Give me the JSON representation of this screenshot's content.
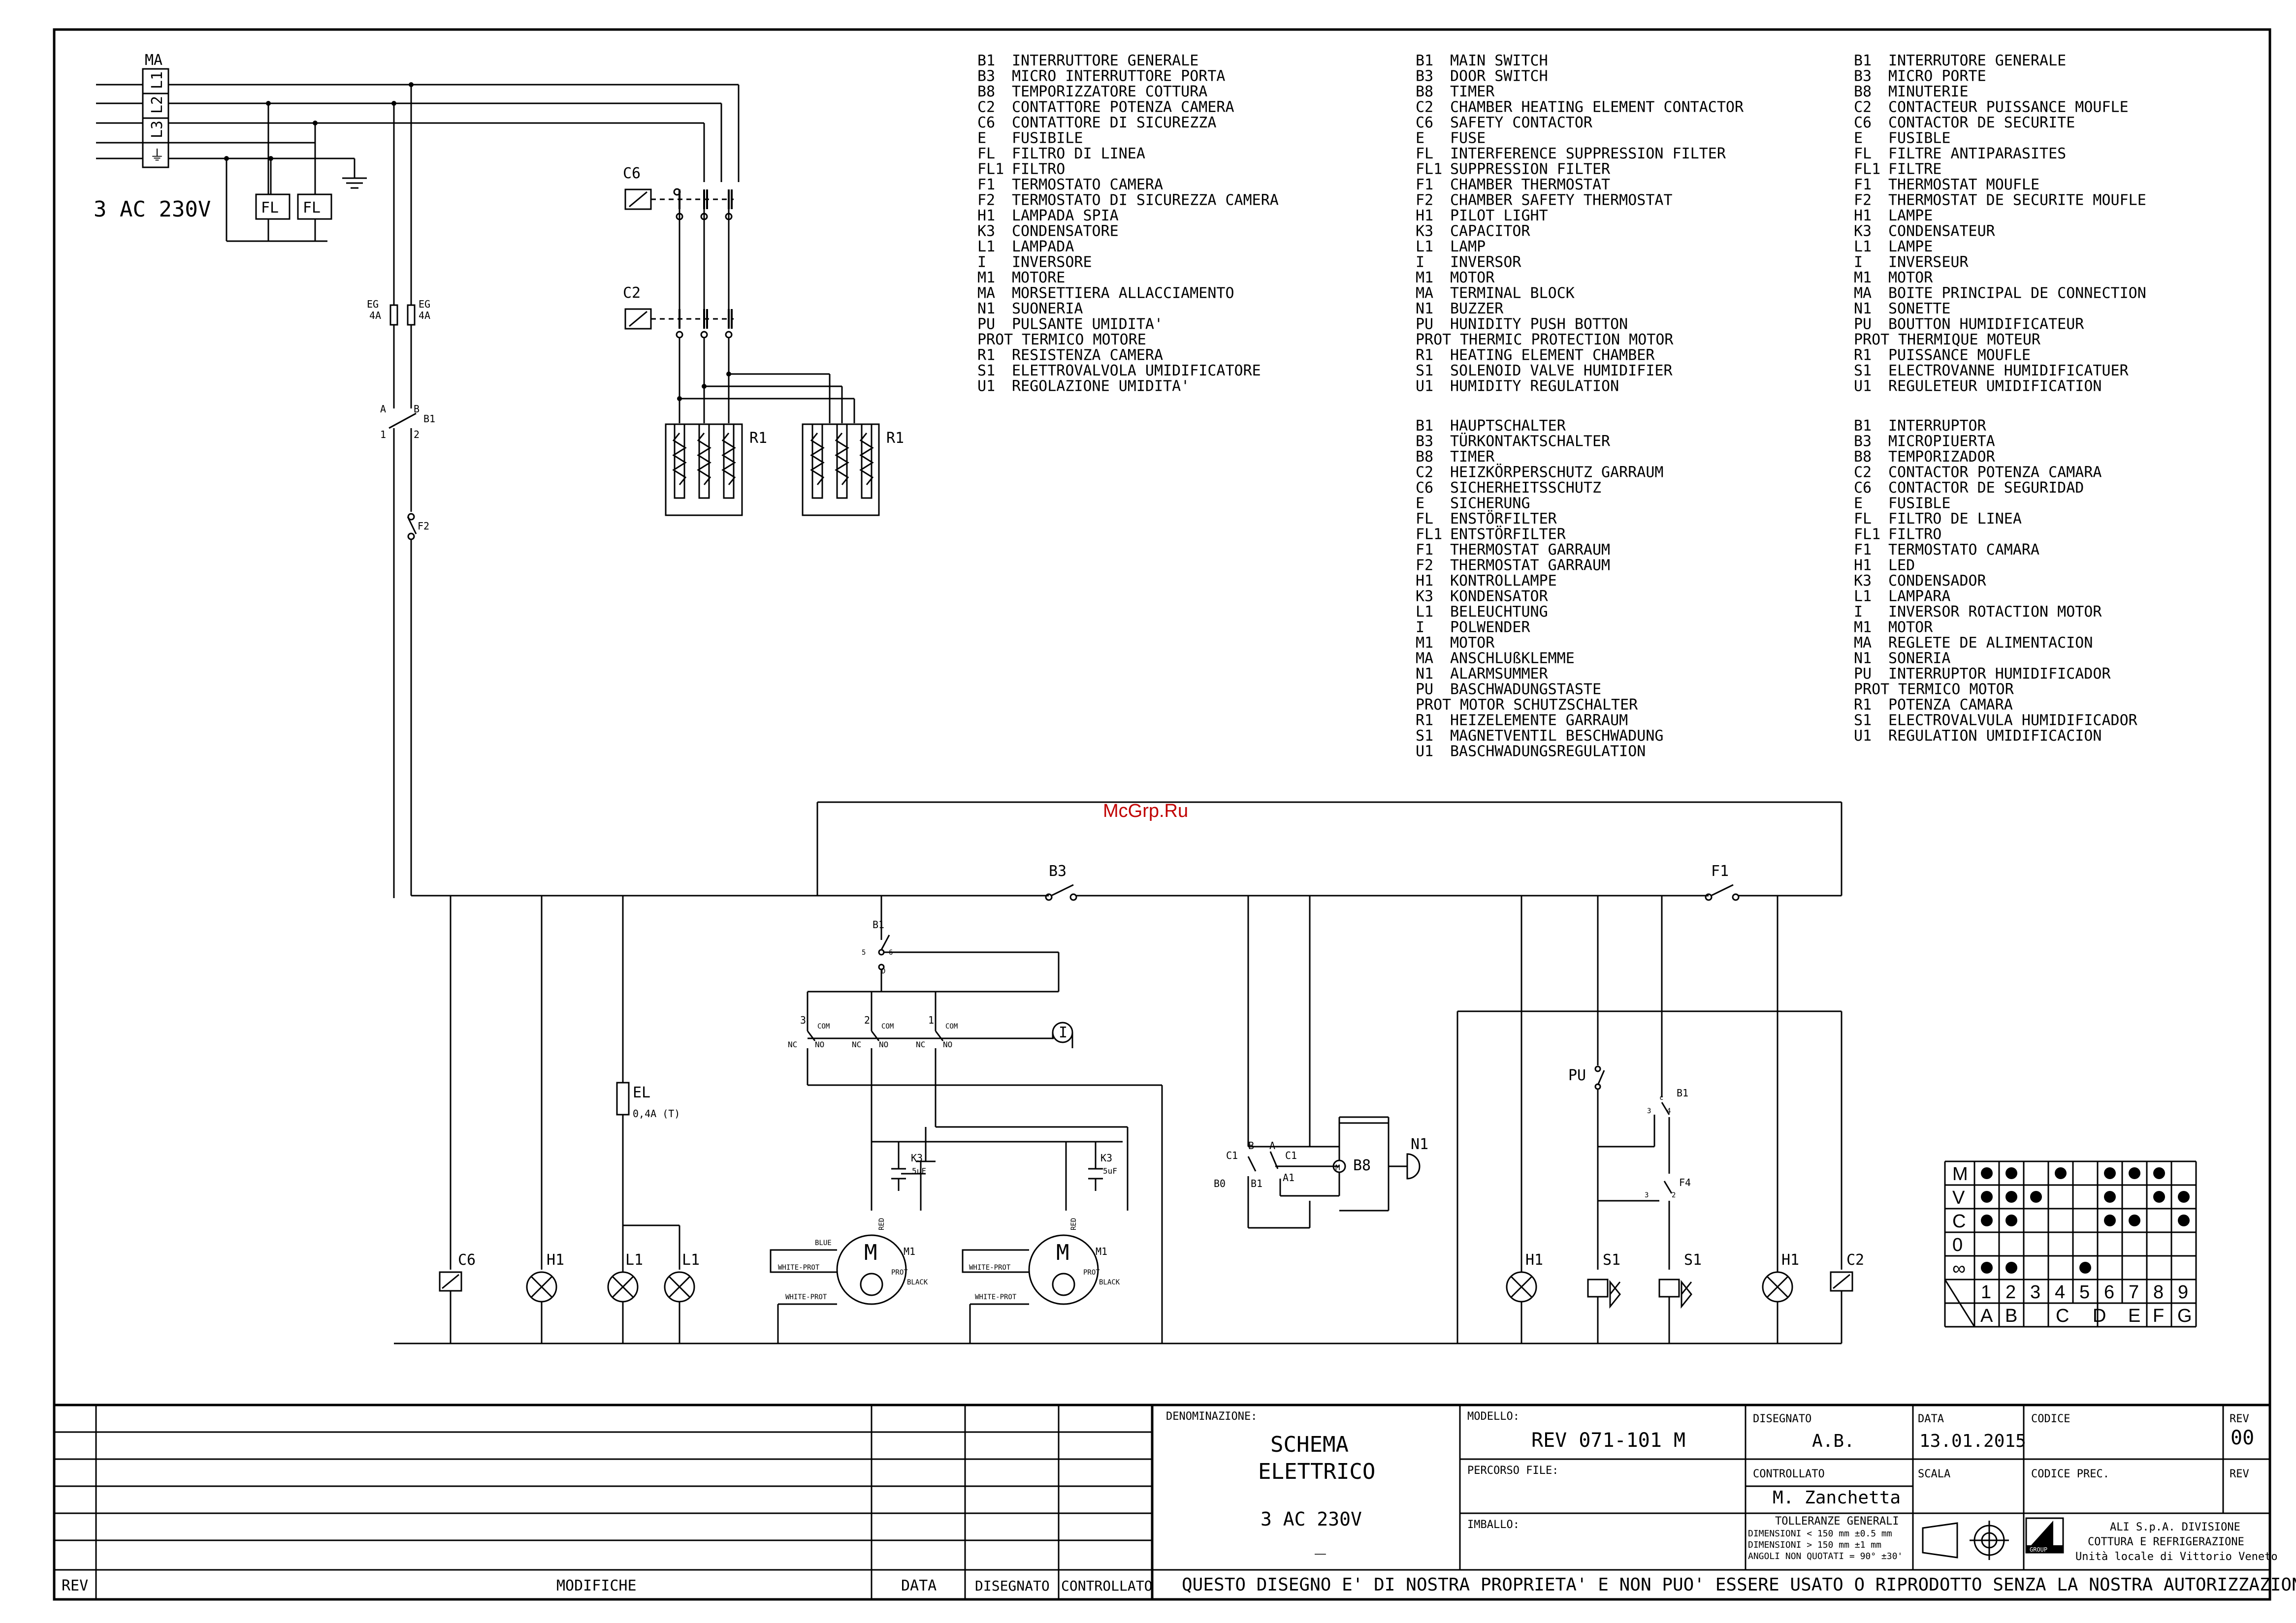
{
  "watermark": "McGrp.Ru",
  "supply": {
    "ma_label": "MA",
    "terminals": [
      "L1",
      "L2",
      "L3",
      "⏚"
    ],
    "voltage": "3 AC 230V",
    "fl1": "FL",
    "fl2": "FL",
    "eg1": "EG",
    "eg1_rating": "4A",
    "eg2": "EG",
    "eg2_rating": "4A"
  },
  "power": {
    "c6": "C6",
    "c2": "C2",
    "r1a": "R1",
    "r1b": "R1"
  },
  "control": {
    "b1_top": "B1",
    "b1_a": "A",
    "b1_b": "B",
    "b1_1": "1",
    "b1_2": "2",
    "f2": "F2",
    "b3": "B3",
    "f1": "F1",
    "b1_mid": "B1",
    "b1_mid_5": "5",
    "b1_mid_6": "6",
    "b1_mid_d": "D",
    "relay_nums": [
      "3",
      "2",
      "1"
    ],
    "com": "COM",
    "nc": "NC",
    "no": "NO",
    "inv": "I",
    "el": "EL",
    "el_rating": "0,4A (T)",
    "k3": "K3",
    "k3_value": "5uF",
    "motor": "M",
    "m1": "M1",
    "red": "RED",
    "blue": "BLUE",
    "white_prot": "WHITE-PROT",
    "prot": "PROT",
    "black": "BLACK",
    "b8": "B8",
    "b8_b": "B",
    "b8_a": "A",
    "b8_c1a": "C1",
    "b8_c1b": "C1",
    "b8_b0": "B0",
    "b8_b1": "B1",
    "b8_a1": "A1",
    "n1": "N1",
    "pu": "PU",
    "b1_right": "B1",
    "b1_right_c": "c",
    "b1_right_3": "3",
    "b1_right_4": "4",
    "f4": "F4",
    "f4_3": "3",
    "f4_2": "2",
    "load_labels": [
      "C6",
      "H1",
      "L1",
      "L1",
      "H1",
      "S1",
      "S1",
      "H1",
      "C2"
    ]
  },
  "legend": {
    "italian": [
      [
        "B1",
        "INTERRUTTORE GENERALE"
      ],
      [
        "B3",
        "MICRO INTERRUTTORE PORTA"
      ],
      [
        "B8",
        "TEMPORIZZATORE COTTURA"
      ],
      [
        "C2",
        "CONTATTORE POTENZA CAMERA"
      ],
      [
        "C6",
        "CONTATTORE DI SICUREZZA"
      ],
      [
        "E",
        "FUSIBILE"
      ],
      [
        "FL",
        "FILTRO DI LINEA"
      ],
      [
        "FL1",
        "FILTRO"
      ],
      [
        "F1",
        "TERMOSTATO CAMERA"
      ],
      [
        "F2",
        "TERMOSTATO DI SICUREZZA CAMERA"
      ],
      [
        "H1",
        "LAMPADA SPIA"
      ],
      [
        "K3",
        "CONDENSATORE"
      ],
      [
        "L1",
        "LAMPADA"
      ],
      [
        "I",
        "INVERSORE"
      ],
      [
        "M1",
        "MOTORE"
      ],
      [
        "MA",
        "MORSETTIERA ALLACCIAMENTO"
      ],
      [
        "N1",
        "SUONERIA"
      ],
      [
        "PU",
        "PULSANTE UMIDITA'"
      ],
      [
        "PROT",
        "TERMICO MOTORE"
      ],
      [
        "R1",
        "RESISTENZA CAMERA"
      ],
      [
        "S1",
        "ELETTROVALVOLA UMIDIFICATORE"
      ],
      [
        "U1",
        "REGOLAZIONE UMIDITA'"
      ]
    ],
    "english": [
      [
        "B1",
        "MAIN SWITCH"
      ],
      [
        "B3",
        "DOOR SWITCH"
      ],
      [
        "B8",
        "TIMER"
      ],
      [
        "C2",
        "CHAMBER HEATING ELEMENT CONTACTOR"
      ],
      [
        "C6",
        "SAFETY CONTACTOR"
      ],
      [
        "E",
        "FUSE"
      ],
      [
        "FL",
        "INTERFERENCE SUPPRESSION FILTER"
      ],
      [
        "FL1",
        "SUPPRESSION FILTER"
      ],
      [
        "F1",
        "CHAMBER THERMOSTAT"
      ],
      [
        "F2",
        "CHAMBER SAFETY THERMOSTAT"
      ],
      [
        "H1",
        "PILOT LIGHT"
      ],
      [
        "K3",
        "CAPACITOR"
      ],
      [
        "L1",
        "LAMP"
      ],
      [
        "I",
        "INVERSOR"
      ],
      [
        "M1",
        "MOTOR"
      ],
      [
        "MA",
        "TERMINAL BLOCK"
      ],
      [
        "N1",
        "BUZZER"
      ],
      [
        "PU",
        "HUNIDITY PUSH BOTTON"
      ],
      [
        "PROT",
        "THERMIC PROTECTION MOTOR"
      ],
      [
        "R1",
        "HEATING ELEMENT CHAMBER"
      ],
      [
        "S1",
        "SOLENOID VALVE HUMIDIFIER"
      ],
      [
        "U1",
        "HUMIDITY REGULATION"
      ]
    ],
    "french": [
      [
        "B1",
        "INTERRUTORE GENERALE"
      ],
      [
        "B3",
        "MICRO PORTE"
      ],
      [
        "B8",
        "MINUTERIE"
      ],
      [
        "C2",
        "CONTACTEUR PUISSANCE MOUFLE"
      ],
      [
        "C6",
        "CONTACTOR DE SECURITE"
      ],
      [
        "E",
        "FUSIBLE"
      ],
      [
        "FL",
        "FILTRE ANTIPARASITES"
      ],
      [
        "FL1",
        "FILTRE"
      ],
      [
        "F1",
        "THERMOSTAT MOUFLE"
      ],
      [
        "F2",
        "THERMOSTAT DE SECURITE MOUFLE"
      ],
      [
        "H1",
        "LAMPE"
      ],
      [
        "K3",
        "CONDENSATEUR"
      ],
      [
        "L1",
        "LAMPE"
      ],
      [
        "I",
        "INVERSEUR"
      ],
      [
        "M1",
        "MOTOR"
      ],
      [
        "MA",
        "BOITE PRINCIPAL DE CONNECTION"
      ],
      [
        "N1",
        "SONETTE"
      ],
      [
        "PU",
        "BOUTTON HUMIDIFICATEUR"
      ],
      [
        "PROT",
        "THERMIQUE MOTEUR"
      ],
      [
        "R1",
        "PUISSANCE MOUFLE"
      ],
      [
        "S1",
        "ELECTROVANNE HUMIDIFICATUER"
      ],
      [
        "U1",
        "REGULETEUR UMIDIFICATION"
      ]
    ],
    "german": [
      [
        "B1",
        "HAUPTSCHALTER"
      ],
      [
        "B3",
        "TÜRKONTAKTSCHALTER"
      ],
      [
        "B8",
        "TIMER"
      ],
      [
        "C2",
        "HEIZKÖRPERSCHUTZ GARRAUM"
      ],
      [
        "C6",
        "SICHERHEITSSCHUTZ"
      ],
      [
        "E",
        "SICHERUNG"
      ],
      [
        "FL",
        "ENSTÖRFILTER"
      ],
      [
        "FL1",
        "ENTSTÖRFILTER"
      ],
      [
        "F1",
        "THERMOSTAT GARRAUM"
      ],
      [
        "F2",
        "THERMOSTAT GARRAUM"
      ],
      [
        "H1",
        "KONTROLLAMPE"
      ],
      [
        "K3",
        "KONDENSATOR"
      ],
      [
        "L1",
        "BELEUCHTUNG"
      ],
      [
        "I",
        "POLWENDER"
      ],
      [
        "M1",
        "MOTOR"
      ],
      [
        "MA",
        "ANSCHLUßKLEMME"
      ],
      [
        "N1",
        "ALARMSUMMER"
      ],
      [
        "PU",
        "BASCHWADUNGSTASTE"
      ],
      [
        "PROT",
        "MOTOR SCHUTZSCHALTER"
      ],
      [
        "R1",
        "HEIZELEMENTE GARRAUM"
      ],
      [
        "S1",
        "MAGNETVENTIL BESCHWADUNG"
      ],
      [
        "U1",
        "BASCHWADUNGSREGULATION"
      ]
    ],
    "spanish": [
      [
        "B1",
        "INTERRUPTOR"
      ],
      [
        "B3",
        "MICROPIUERTA"
      ],
      [
        "B8",
        "TEMPORIZADOR"
      ],
      [
        "C2",
        "CONTACTOR POTENZA CAMARA"
      ],
      [
        "C6",
        "CONTACTOR DE SEGURIDAD"
      ],
      [
        "E",
        "FUSIBLE"
      ],
      [
        "FL",
        "FILTRO DE LINEA"
      ],
      [
        "FL1",
        "FILTRO"
      ],
      [
        "F1",
        "TERMOSTATO CAMARA"
      ],
      [
        "H1",
        "LED"
      ],
      [
        "K3",
        "CONDENSADOR"
      ],
      [
        "L1",
        "LAMPARA"
      ],
      [
        "I",
        "INVERSOR ROTACTION MOTOR"
      ],
      [
        "M1",
        "MOTOR"
      ],
      [
        "MA",
        "REGLETE DE ALIMENTACION"
      ],
      [
        "N1",
        "SONERIA"
      ],
      [
        "PU",
        "INTERRUPTOR HUMIDIFICADOR"
      ],
      [
        "PROT",
        "TERMICO MOTOR"
      ],
      [
        "R1",
        "POTENZA CAMARA"
      ],
      [
        "S1",
        "ELECTROVALVULA HUMIDIFICADOR"
      ],
      [
        "U1",
        "REGULATION UMIDIFICACION"
      ]
    ]
  },
  "matrix": {
    "rows": [
      "M",
      "V",
      "C",
      "0",
      "∞"
    ],
    "numbers": [
      "1",
      "2",
      "3",
      "4",
      "5",
      "6",
      "7",
      "8",
      "9"
    ],
    "letters": [
      "A",
      "B",
      "C",
      "D",
      "E",
      "F",
      "G"
    ],
    "filled": [
      [
        1,
        1,
        0,
        1,
        0,
        1,
        1,
        1,
        0
      ],
      [
        1,
        1,
        1,
        0,
        0,
        1,
        0,
        1,
        1
      ],
      [
        1,
        1,
        0,
        0,
        0,
        1,
        1,
        0,
        1
      ],
      [
        0,
        0,
        0,
        0,
        0,
        0,
        0,
        0,
        0
      ],
      [
        1,
        1,
        0,
        0,
        1,
        0,
        0,
        0,
        0
      ]
    ]
  },
  "title_block": {
    "rev_label": "REV",
    "modifiche": "MODIFICHE",
    "data_label": "DATA",
    "disegnato_label": "DISEGNATO",
    "controllato_label": "CONTROLLATO",
    "denominazione_label": "DENOMINAZIONE:",
    "title_line1": "SCHEMA",
    "title_line2": "ELETTRICO",
    "title_line3": "3 AC 230V",
    "title_line4": "_",
    "modello_label": "MODELLO:",
    "modello": "REV 071-101 M",
    "percorso_label": "PERCORSO FILE:",
    "imballo_label": "IMBALLO:",
    "disegnato_hdr": "DISEGNATO",
    "disegnato": "A.B.",
    "controllato_hdr": "CONTROLLATO",
    "controllato": "M. Zanchetta",
    "data_hdr": "DATA",
    "data": "13.01.2015",
    "scala_label": "SCALA",
    "codice_label": "CODICE",
    "codice_prec_label": "CODICE PREC.",
    "rev_hdr": "REV",
    "rev_value": "00",
    "rev_hdr2": "REV",
    "tolleranze": "TOLLERANZE GENERALI",
    "tol1": "DIMENSIONI < 150 mm  ±0.5 mm",
    "tol2": "DIMENSIONI > 150 mm  ±1 mm",
    "tol3": "ANGOLI NON QUOTATI = 90° ±30'",
    "company1": "ALI S.p.A. DIVISIONE",
    "company2": "COTTURA E REFRIGERAZIONE",
    "company3": "Unità locale di Vittorio Veneto",
    "logo_text": "GROUP",
    "notice": "QUESTO DISEGNO E' DI NOSTRA PROPRIETA' E NON PUO' ESSERE USATO O RIPRODOTTO SENZA LA NOSTRA AUTORIZZAZIONE"
  }
}
